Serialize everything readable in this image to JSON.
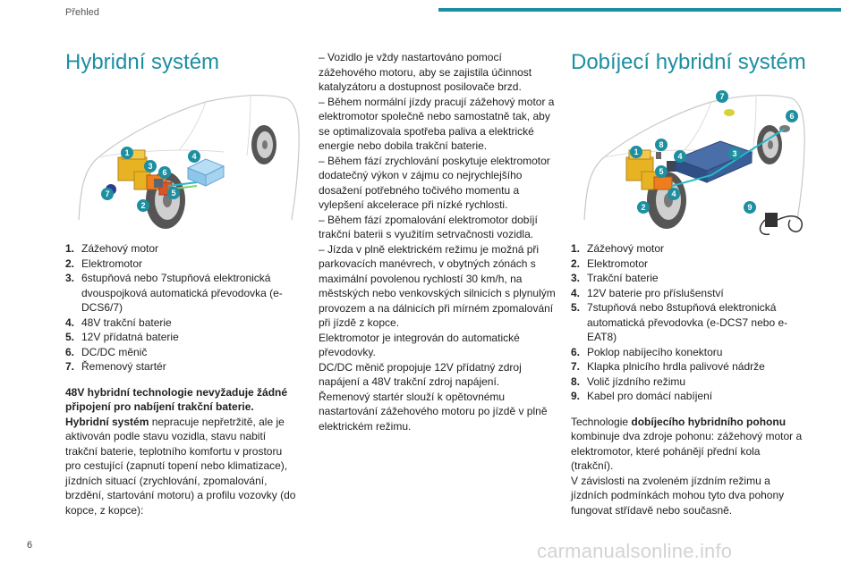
{
  "header": {
    "section": "Přehled",
    "accent_color": "#1d8fa0"
  },
  "page_number": "6",
  "watermark": "carmanualsonline.info",
  "left": {
    "title": "Hybridní systém",
    "diagram_labels": [
      "1",
      "2",
      "3",
      "4",
      "5",
      "6",
      "7"
    ],
    "parts": [
      {
        "n": "1.",
        "t": "Zážehový motor"
      },
      {
        "n": "2.",
        "t": "Elektromotor"
      },
      {
        "n": "3.",
        "t": "6stupňová nebo 7stupňová elektronická dvouspojková automatická převodovka (e-DCS6/7)"
      },
      {
        "n": "4.",
        "t": "48V trakční baterie"
      },
      {
        "n": "5.",
        "t": "12V přídatná baterie"
      },
      {
        "n": "6.",
        "t": "DC/DC měnič"
      },
      {
        "n": "7.",
        "t": "Řemenový startér"
      }
    ],
    "bold_note": "48V hybridní technologie nevyžaduje žádné připojení pro nabíjení trakční baterie.",
    "para_bold": "Hybridní systém",
    "para_rest": " nepracuje nepřetržitě, ale je aktivován podle stavu vozidla, stavu nabití trakční baterie, teplotního komfortu v prostoru pro cestující (zapnutí topení nebo klimatizace), jízdních situací (zrychlování, zpomalování, brzdění, startování motoru) a profilu vozovky (do kopce, z kopce):"
  },
  "middle": {
    "items": [
      "– Vozidlo je vždy nastartováno pomocí zážehového motoru, aby se zajistila účinnost katalyzátoru a dostupnost posilovače brzd.",
      "– Během normální jízdy pracují zážehový motor a elektromotor společně nebo samostatně tak, aby se optimalizovala spotřeba paliva a elektrické energie nebo dobila trakční baterie.",
      "– Během fází zrychlování poskytuje elektromotor dodatečný výkon v zájmu co nejrychlejšího dosažení potřebného točivého momentu a vylepšení akcelerace při nízké rychlosti.",
      "– Během fází zpomalování elektromotor dobíjí trakční baterii s využitím setrvačnosti vozidla.",
      "– Jízda v plně elektrickém režimu je možná při parkovacích manévrech, v obytných zónách s maximální povolenou rychlostí 30 km/h, na městských nebo venkovských silnicích s plynulým provozem a na dálnicích při mírném zpomalování při jízdě z kopce."
    ],
    "para1": "Elektromotor je integrován do automatické převodovky.",
    "para2": "DC/DC měnič propojuje 12V přídatný zdroj napájení a 48V trakční zdroj napájení.",
    "para3": "Řemenový startér slouží k opětovnému nastartování zážehového motoru po jízdě v plně elektrickém režimu."
  },
  "right": {
    "title": "Dobíjecí hybridní systém",
    "diagram_labels": [
      "1",
      "2",
      "3",
      "4",
      "4",
      "5",
      "6",
      "7",
      "8",
      "9"
    ],
    "parts": [
      {
        "n": "1.",
        "t": "Zážehový motor"
      },
      {
        "n": "2.",
        "t": "Elektromotor"
      },
      {
        "n": "3.",
        "t": "Trakční baterie"
      },
      {
        "n": "4.",
        "t": "12V baterie pro příslušenství"
      },
      {
        "n": "5.",
        "t": "7stupňová nebo 8stupňová elektronická automatická převodovka (e-DCS7 nebo e-EAT8)"
      },
      {
        "n": "6.",
        "t": "Poklop nabíjecího konektoru"
      },
      {
        "n": "7.",
        "t": "Klapka plnicího hrdla palivové nádrže"
      },
      {
        "n": "8.",
        "t": "Volič jízdního režimu"
      },
      {
        "n": "9.",
        "t": "Kabel pro domácí nabíjení"
      }
    ],
    "para1_pre": "Technologie ",
    "para1_bold": "dobíjecího hybridního pohonu",
    "para1_post": " kombinuje dva zdroje pohonu: zážehový motor a elektromotor, které pohánějí přední kola (trakční).",
    "para2": "V závislosti na zvoleném jízdním režimu a jízdních podmínkách mohou tyto dva pohony fungovat střídavě nebo současně."
  }
}
